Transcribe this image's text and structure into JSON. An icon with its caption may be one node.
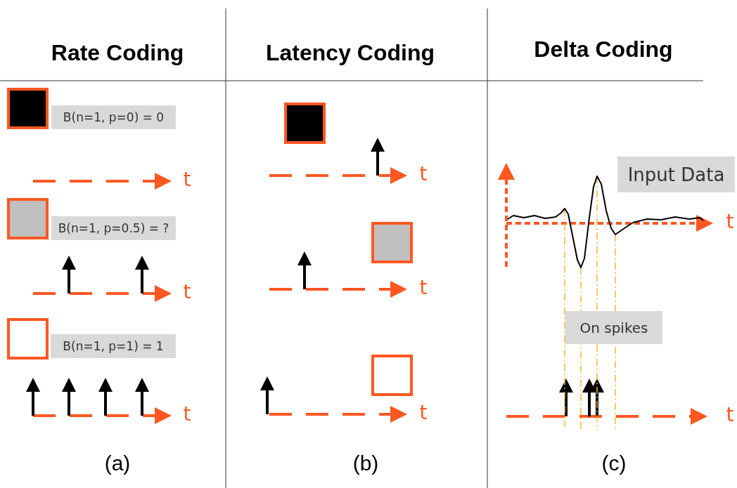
{
  "diagram": {
    "nodes": [
      {
        "text": [
          "B(n=1, p=0) = 0"
        ]
      },
      {
        "text": [
          "B(n=1, p=0.5) = ?"
        ]
      },
      {
        "text": [
          "B(n=1, p=1) = 1"
        ]
      },
      {
        "text": [
          "Input Data"
        ]
      },
      {
        "text": [
          "On spikes"
        ]
      }
    ],
    "edges": [],
    "labels": [
      "Rate Coding",
      "Latency Coding",
      "Delta Coding",
      "t",
      "t",
      "t",
      "t",
      "t",
      "t",
      "t",
      "t",
      "(a)",
      "(b)",
      "(c)"
    ]
  }
}
